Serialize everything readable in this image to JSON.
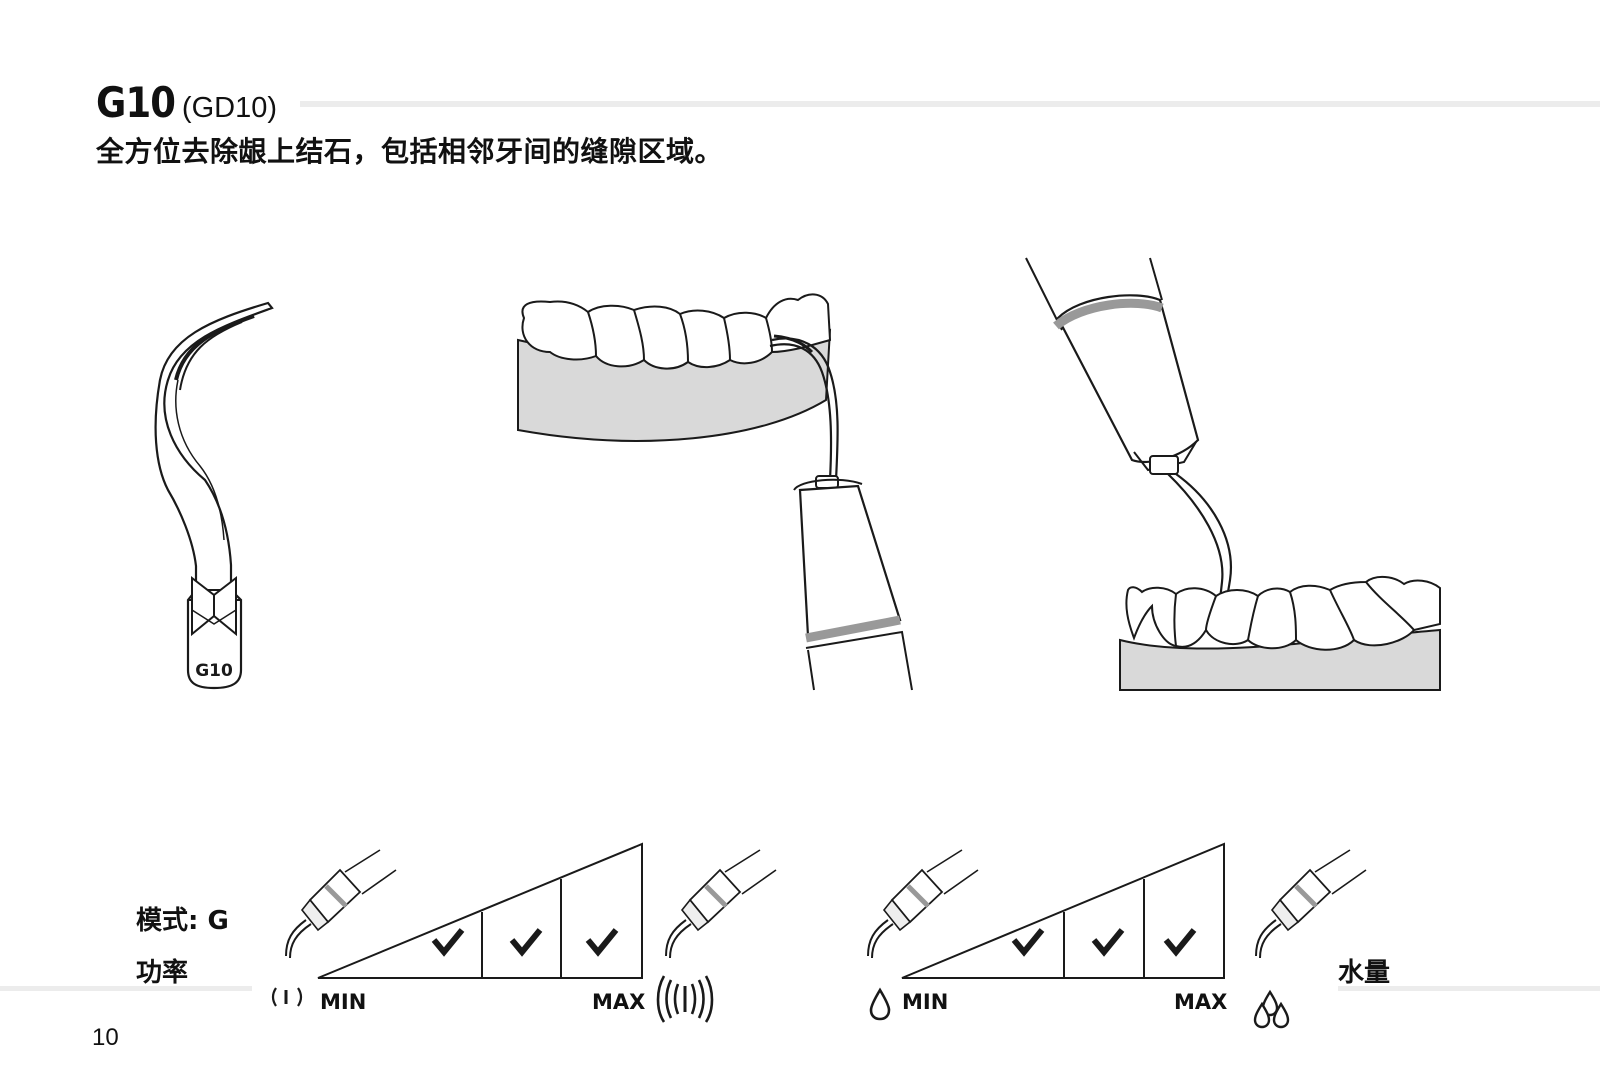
{
  "header": {
    "model_code": "G10",
    "model_alias": "(GD10)",
    "subtitle": "全方位去除龈上结石，包括相邻牙间的缝隙区域。"
  },
  "tip_illustration": {
    "engraving": "G10"
  },
  "settings": {
    "mode_label": "模式: G",
    "power_label": "功率",
    "water_label": "水量",
    "power_scale": {
      "min_label": "MIN",
      "max_label": "MAX",
      "levels": [
        false,
        true,
        true,
        true
      ]
    },
    "water_scale": {
      "min_label": "MIN",
      "max_label": "MAX",
      "levels": [
        false,
        true,
        true,
        true
      ]
    }
  },
  "page_number": "10",
  "colors": {
    "gum_gray": "#d9d9d9",
    "line": "#1a1a1a",
    "rule_gray": "#ececec"
  }
}
